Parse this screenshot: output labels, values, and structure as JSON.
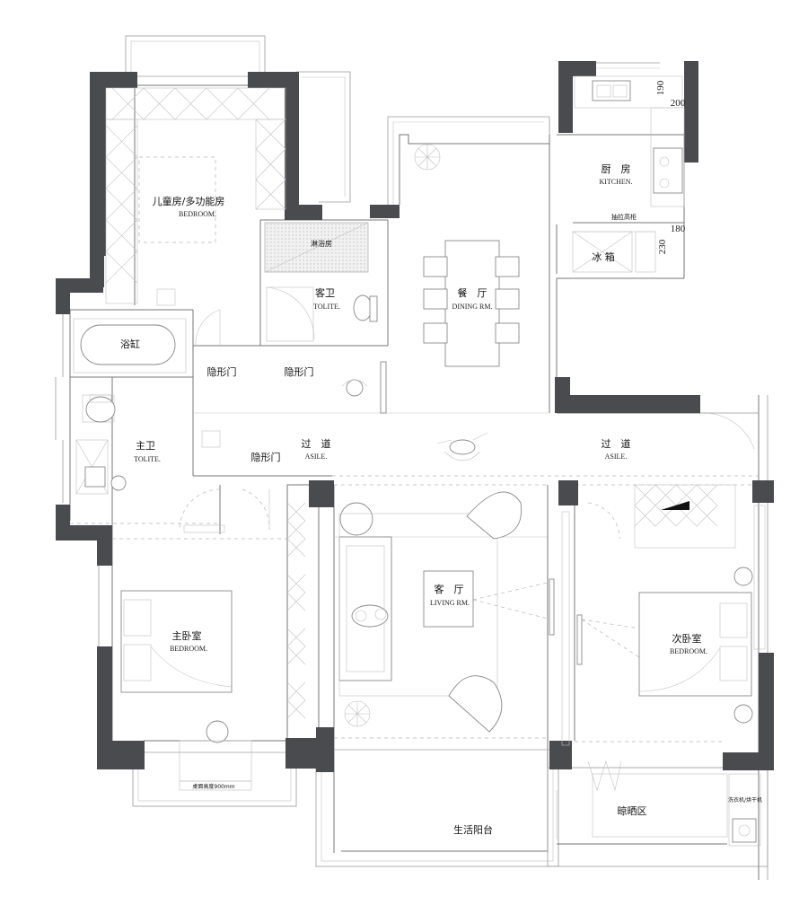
{
  "rooms": {
    "kids_room": {
      "cn": "儿童房/多功能房",
      "en": "BEDROOM."
    },
    "guest_bath": {
      "cn": "客卫",
      "en": "TOLITE."
    },
    "shower": {
      "cn": "淋浴房"
    },
    "dining": {
      "cn": "餐　厅",
      "en": "DINING RM."
    },
    "kitchen": {
      "cn": "厨　房",
      "en": "KITCHEN."
    },
    "fridge": {
      "cn": "冰 箱"
    },
    "kitchen_note": {
      "cn": "抽拉高柜"
    },
    "bathtub": {
      "cn": "浴缸"
    },
    "master_bath": {
      "cn": "主卫",
      "en": "TOLITE."
    },
    "corridor_left": {
      "cn": "过　道",
      "en": "ASILE."
    },
    "corridor_right": {
      "cn": "过　道",
      "en": "ASILE."
    },
    "living": {
      "cn": "客　厅",
      "en": "LIVING RM."
    },
    "master_bedroom": {
      "cn": "主卧室",
      "en": "BEDROOM."
    },
    "second_bedroom": {
      "cn": "次卧室",
      "en": "BEDROOM."
    },
    "balcony": {
      "cn": "生活阳台"
    },
    "drying": {
      "cn": "晾晒区"
    },
    "washer": {
      "cn": "洗衣机/烘干机"
    },
    "desk_note": {
      "cn": "桌面高度900mm"
    }
  },
  "hidden_doors": {
    "door_1": "隐形门",
    "door_2": "隐形门",
    "door_3": "隐形门"
  },
  "dimensions": {
    "d190": "190",
    "d200": "200",
    "d180": "180",
    "d230": "230"
  }
}
